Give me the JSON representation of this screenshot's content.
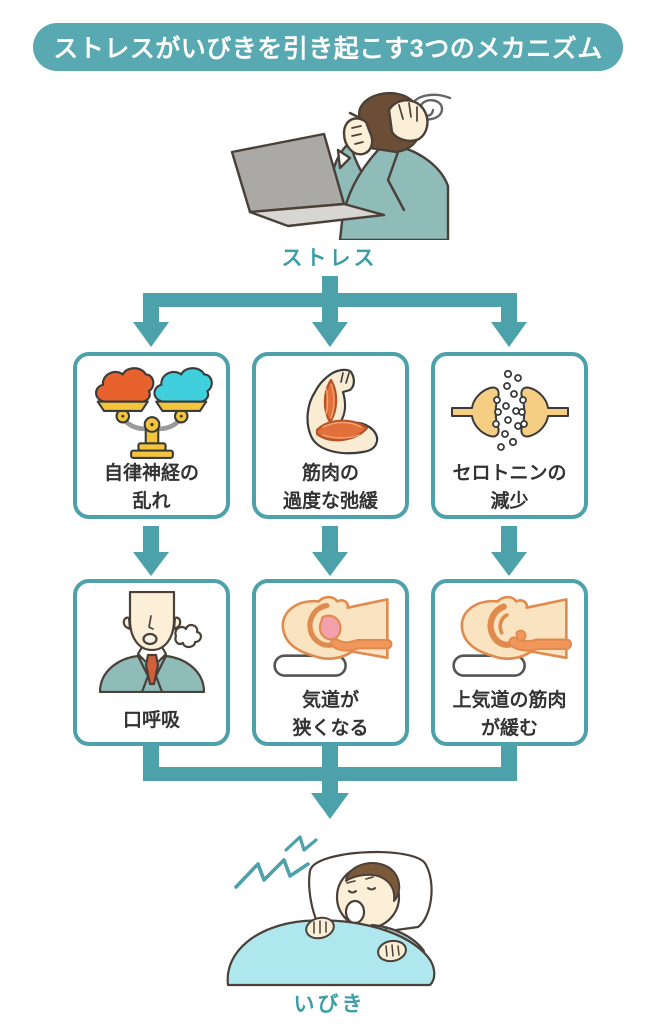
{
  "title": "ストレスがいびきを引き起こす3つのメカニズム",
  "flow": {
    "source_label": "ストレス",
    "result_label": "いびき"
  },
  "causes": [
    {
      "icon": "balance-scale-icon",
      "lines": [
        "自律神経の",
        "乱れ"
      ]
    },
    {
      "icon": "muscle-arm-icon",
      "lines": [
        "筋肉の",
        "過度な弛緩"
      ]
    },
    {
      "icon": "synapse-serotonin-icon",
      "lines": [
        "セロトニンの",
        "減少"
      ]
    }
  ],
  "effects": [
    {
      "icon": "mouth-breathing-man-icon",
      "lines": [
        "口呼吸"
      ]
    },
    {
      "icon": "narrowed-airway-icon",
      "lines": [
        "気道が",
        "狭くなる"
      ]
    },
    {
      "icon": "relaxed-airway-muscle-icon",
      "lines": [
        "上気道の筋肉",
        "が緩む"
      ]
    }
  ],
  "colors": {
    "teal_primary": "#4CA1AB",
    "banner_background": "#58A9B2",
    "label_teal": "#3D9EA9",
    "text_dark": "#333333",
    "cloud_orange": "#E8622D",
    "cloud_cyan": "#3FCFDD",
    "scale_yellow": "#F2C53D",
    "muscle_orange": "#E2703A",
    "synapse_tan": "#F5CE84",
    "suit_teal": "#8FBBB8",
    "tie_orange": "#D0603A",
    "airway_orange": "#F2975C",
    "blanket_cyan": "#AEE7EE"
  }
}
